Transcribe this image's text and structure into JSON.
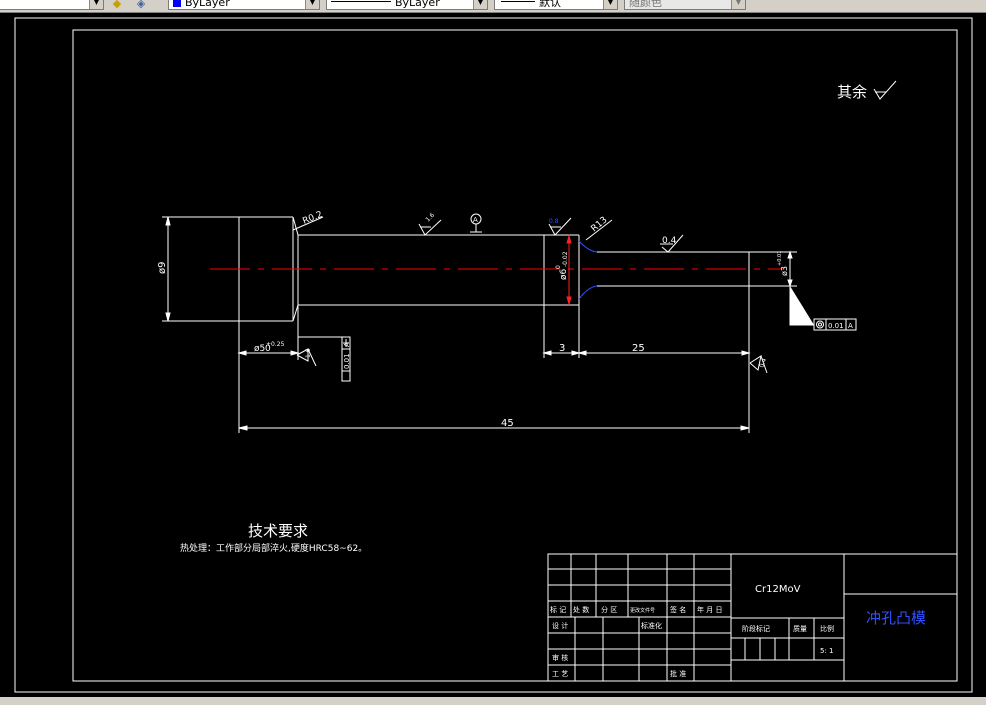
{
  "toolbar": {
    "color_value": "ByLayer",
    "linetype_value": "ByLayer",
    "lineweight_value": "默认",
    "plotstyle_value": "随颜色"
  },
  "drawing": {
    "surface_note_prefix": "其余",
    "diameter_left": "ø9",
    "fillet_top": "R0.2",
    "datum_label": "A",
    "rough_1": "1.6",
    "rough_2": "0.8",
    "rough_3": "0.4",
    "rough_4": "1.6",
    "rough_5": "0.4",
    "radius_step": "R13",
    "dim_diam_mid": "ø6",
    "dim_diam_mid_tol_upper": "0",
    "dim_diam_mid_tol_lower": "-0.02",
    "dim_diam_end": "ø3",
    "dim_diam_end_tol": "+0.01",
    "dim_len_left": "ø5",
    "dim_len_left_value": "0",
    "dim_len_left_tol": "+0.25",
    "dim_3": "3",
    "dim_25": "25",
    "dim_45": "45",
    "fcf_perp_value": "0.01",
    "fcf_perp_datum": "A",
    "fcf_conc_value": "0.01",
    "fcf_conc_datum": "A",
    "tech_title": "技术要求",
    "tech_text": "热处理：工作部分局部淬火,硬度HRC58~62。"
  },
  "title_block": {
    "material": "Cr12MoV",
    "part_name": "冲孔凸模",
    "hdr_mark": "标 记",
    "hdr_count": "处 数",
    "hdr_zone": "分 区",
    "hdr_docno": "更改文件号",
    "hdr_sign": "签 名",
    "hdr_date": "年 月 日",
    "row_design": "设 计",
    "row_standard": "标准化",
    "row_review": "审 核",
    "row_process": "工 艺",
    "row_approve": "批 准",
    "stage_label": "阶段标记",
    "weight_label": "质量",
    "scale_label": "比例",
    "scale_value": "5: 1"
  }
}
